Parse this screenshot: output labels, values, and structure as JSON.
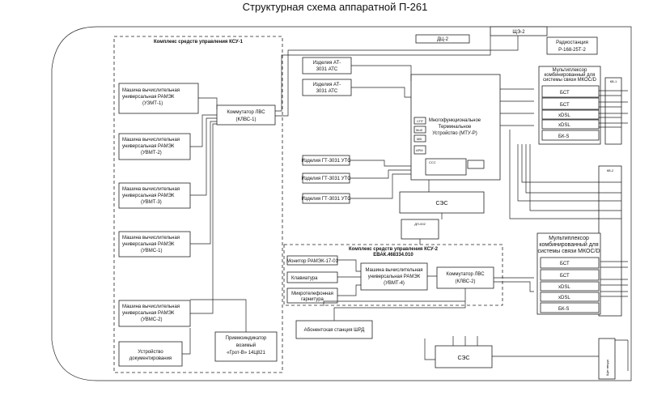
{
  "title": "Структурная схема аппаратной П-261",
  "top": {
    "du2": "ДЦ-2",
    "shch2": "ЩЭ-2",
    "radio": [
      "Радиостанция",
      "Р-168-25Т-2"
    ]
  },
  "ksu1": {
    "label": "Комплекс средств управления КСУ-1",
    "switch1": [
      "Коммутатор ЛВС",
      "(КЛВС-1)"
    ],
    "machines": [
      {
        "lines": [
          "Машина вычислительная",
          "универсальная РАМЭК",
          "(УЗМТ-1)"
        ]
      },
      {
        "lines": [
          "Машина вычислительная",
          "универсальная РАМЭК",
          "(УВМТ-2)"
        ]
      },
      {
        "lines": [
          "Машина вычислительная",
          "универсальная РАМЭК",
          "(УВМТ-3)"
        ]
      },
      {
        "lines": [
          "Машина вычислительная",
          "универсальная РАМЭК",
          "(УВМС-1)"
        ]
      },
      {
        "lines": [
          "Машина вычислительная",
          "универсальная РАМЭК",
          "(УВМС-2)"
        ]
      }
    ],
    "doc_device": [
      "Устройство",
      "документирования"
    ],
    "receiver": [
      "Приемоиндикатор",
      "возимый",
      "«Грот-В» 14Ц821"
    ]
  },
  "ats": [
    [
      "Изделия АТ-",
      "3031 АТС"
    ],
    [
      "Изделия АТ-",
      "3031 АТС"
    ]
  ],
  "gt": [
    "Изделия ГТ-3031 УТС",
    "Изделия ГТ-3031 УТС",
    "Изделия ГТ-3031 УТС"
  ],
  "mtu": [
    "Многофункциональное",
    "Терминальное",
    "Устройство (МТУ-Р)"
  ],
  "mtu_labels": [
    "СПТ",
    "Моб",
    "МВ",
    "АРМ",
    "ССС"
  ],
  "ses": "СЭС",
  "dp": "ДП-002",
  "ksu2": {
    "label": [
      "Комплекс средств управления КСУ-2",
      "ЕВАК.468334.010"
    ],
    "monitor": "Монитор РАМЭК-17-01",
    "keyboard": "Клавиатура",
    "headset": [
      "Микротелефонная",
      "гарнитура"
    ],
    "machine": [
      "Машина вычислительная",
      "универсальная РАМЭК",
      "(УВМТ-4)"
    ],
    "switch2": [
      "Коммутатор ЛВС",
      "(КЛВС-2)"
    ],
    "station": "Абонентская станция ШРД"
  },
  "mux1": {
    "title": [
      "Мультиплексор",
      "комбинированный для",
      "системы связи МКОС/D"
    ],
    "cards": [
      "БСТ",
      "БСТ",
      "xDSL",
      "xDSL",
      "БК-S"
    ]
  },
  "mux2": {
    "title": [
      "Мультиплексор",
      "комбинированный для",
      "системы связи МКОС/D"
    ],
    "cards": [
      "БСТ",
      "БСТ",
      "xDSL",
      "xDSL",
      "БК-S"
    ]
  },
  "kv1": "КВ-1",
  "kv2": "КВ-2",
  "ses2": "СЭС",
  "vvod": "Щит ввода"
}
